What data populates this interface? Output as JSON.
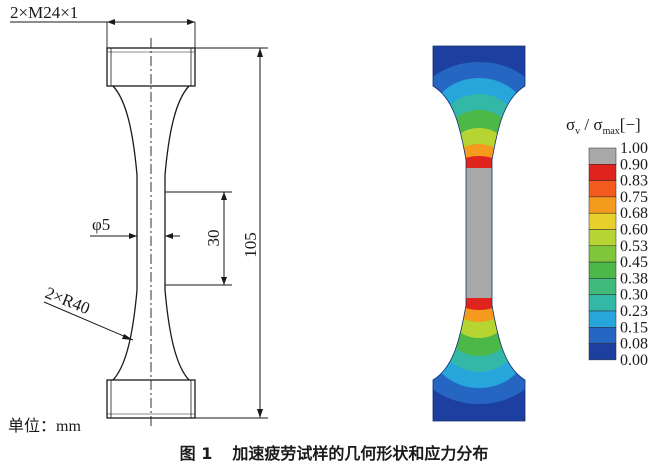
{
  "dimensions": {
    "thread": "2×M24×1",
    "diameter": "φ5",
    "gauge_length": "30",
    "total_length": "105",
    "fillet": "2×R40"
  },
  "unit_label": "单位：",
  "unit_value": "mm",
  "legend": {
    "title_sigma_v": "σ",
    "title_sub_v": "v",
    "title_slash": " / ",
    "title_sigma_max": "σ",
    "title_sub_max": "max",
    "title_unit": "[−]",
    "ticks": [
      "1.00",
      "0.90",
      "0.83",
      "0.75",
      "0.68",
      "0.60",
      "0.53",
      "0.45",
      "0.38",
      "0.30",
      "0.23",
      "0.15",
      "0.08",
      "0.00"
    ],
    "colors": [
      "#a8a8a8",
      "#e0231d",
      "#f25a1e",
      "#f49a1d",
      "#e9cf2c",
      "#b6d533",
      "#7fc63a",
      "#4cb848",
      "#3fba7a",
      "#33b8a8",
      "#27a6dc",
      "#2466c1",
      "#1d3f9f"
    ]
  },
  "caption": {
    "figure_no": "图 1",
    "title": "加速疲劳试样的几何形状和应力分布"
  }
}
